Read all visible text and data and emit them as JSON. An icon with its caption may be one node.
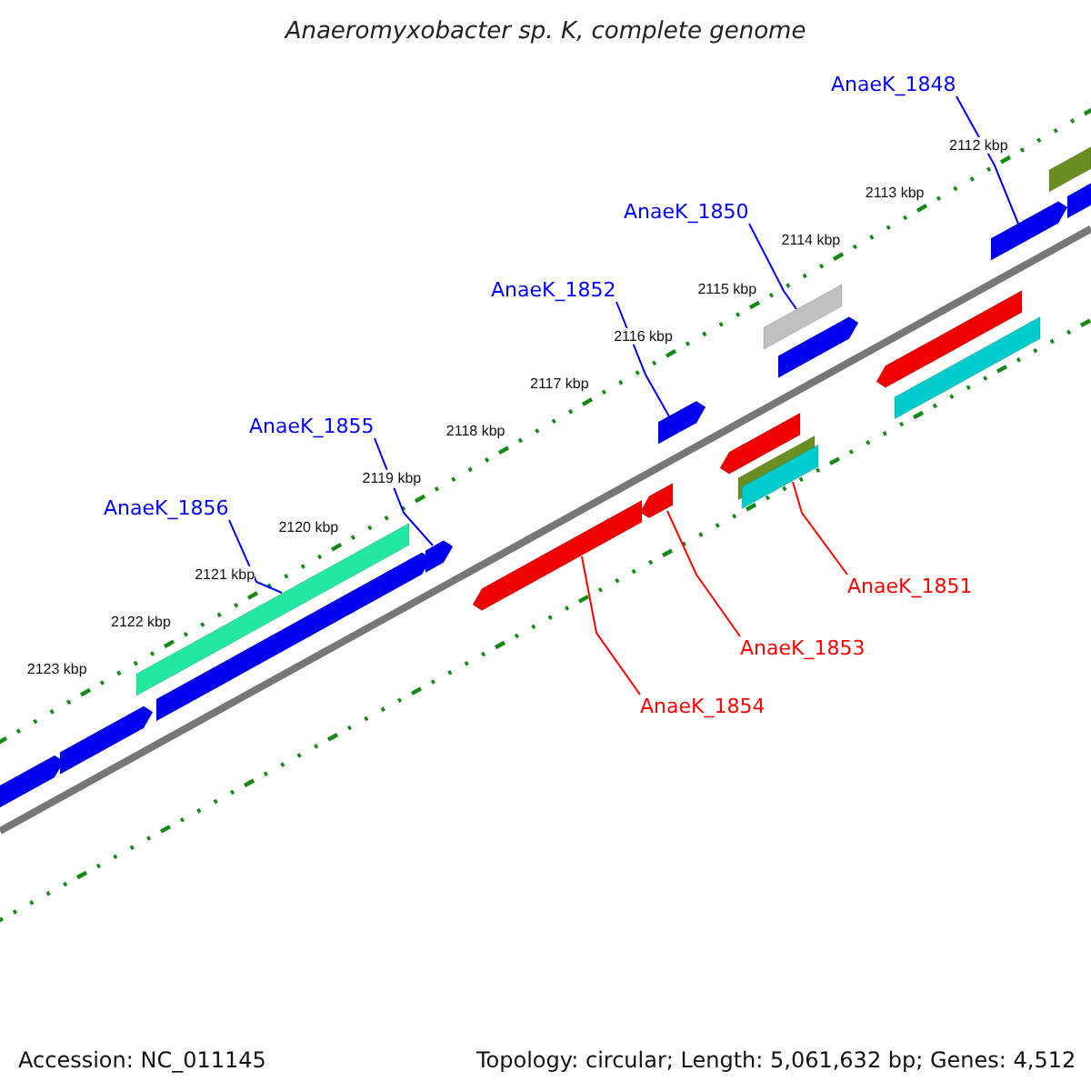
{
  "diagram": {
    "title": "Anaeromyxobacter sp. K, complete genome",
    "nodes": [
      {
        "text": [
          "AnaeK_1848"
        ]
      },
      {
        "text": [
          "AnaeK_1850"
        ]
      },
      {
        "text": [
          "AnaeK_1852"
        ]
      },
      {
        "text": [
          "AnaeK_1855"
        ]
      },
      {
        "text": [
          "AnaeK_1856"
        ]
      },
      {
        "text": [
          "AnaeK_1851"
        ]
      },
      {
        "text": [
          "AnaeK_1853"
        ]
      },
      {
        "text": [
          "AnaeK_1854"
        ]
      },
      {
        "text": [],
        "shape": "bar"
      },
      {
        "text": [],
        "shape": "bar"
      },
      {
        "text": [],
        "shape": "bar"
      },
      {
        "text": [],
        "shape": "bar"
      },
      {
        "text": [],
        "shape": "bar"
      },
      {
        "text": [],
        "shape": "bar"
      },
      {
        "text": [],
        "shape": "bar"
      },
      {
        "text": [],
        "shape": "bar"
      },
      {
        "text": [],
        "shape": "bar"
      },
      {
        "text": [],
        "shape": "bar"
      },
      {
        "text": [],
        "shape": "bar"
      },
      {
        "text": [],
        "shape": "bar"
      },
      {
        "text": [],
        "shape": "bar"
      },
      {
        "text": [],
        "shape": "bar"
      },
      {
        "text": [],
        "shape": "bar"
      },
      {
        "text": [],
        "shape": "bar"
      },
      {
        "text": [],
        "shape": "bar"
      }
    ],
    "edges": [
      {
        "from": 0,
        "to": 22,
        "arrow": "none",
        "color": "#0000ff"
      },
      {
        "from": 1,
        "to": 18,
        "arrow": "none",
        "color": "#0000ff"
      },
      {
        "from": 2,
        "to": 15,
        "arrow": "none",
        "color": "#0000ff"
      },
      {
        "from": 3,
        "to": 12,
        "arrow": "none",
        "color": "#0000ff"
      },
      {
        "from": 4,
        "to": 10,
        "arrow": "none",
        "color": "#0000ff"
      },
      {
        "from": 5,
        "to": 17,
        "arrow": "none",
        "color": "#ff0000"
      },
      {
        "from": 6,
        "to": 14,
        "arrow": "none",
        "color": "#ff0000"
      },
      {
        "from": 7,
        "to": 13,
        "arrow": "none",
        "color": "#ff0000"
      }
    ],
    "labels": [
      "2112 kbp",
      "2113 kbp",
      "2114 kbp",
      "2115 kbp",
      "2116 kbp",
      "2117 kbp",
      "2118 kbp",
      "2119 kbp",
      "2120 kbp",
      "2121 kbp",
      "2122 kbp",
      "2123 kbp",
      "Accession: NC_011145",
      "Topology: circular; Length: 5,061,632 bp; Genes: 4,512"
    ]
  }
}
